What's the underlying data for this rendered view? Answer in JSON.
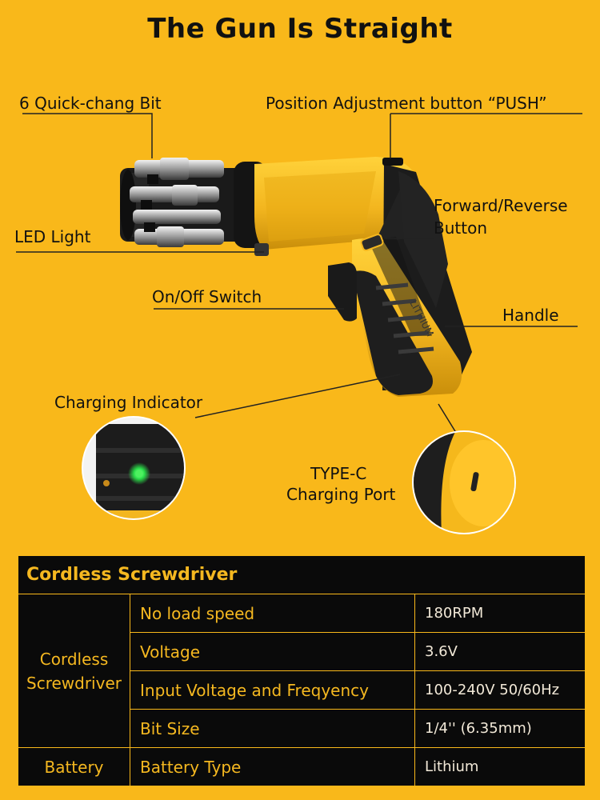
{
  "title": "The Gun Is Straight",
  "callouts": {
    "quick_bit": "6 Quick-chang Bit",
    "position_button": "Position Adjustment button  “PUSH”",
    "forward_reverse_line1": "Forward/Reverse",
    "forward_reverse_line2": "Button",
    "led_light": "LED Light",
    "on_off_switch": "On/Off Switch",
    "handle": "Handle",
    "charging_indicator": "Charging Indicator",
    "type_c_line1": "TYPE-C",
    "type_c_line2": "Charging Port"
  },
  "spec_table": {
    "header": "Cordless Screwdriver",
    "group1_line1": "Cordless",
    "group1_line2": "Screwdriver",
    "group2": "Battery",
    "rows": [
      {
        "property": "No load speed",
        "value": "180RPM"
      },
      {
        "property": "Voltage",
        "value": "3.6V"
      },
      {
        "property": "Input Voltage and Freqyency",
        "value": "100-240V 50/60Hz"
      },
      {
        "property": "Bit Size",
        "value": "1/4'' (6.35mm)"
      },
      {
        "property": "Battery Type",
        "value": "Lithium"
      }
    ]
  },
  "colors": {
    "background": "#F9B81A",
    "table_background": "#0A0A0A",
    "table_text": "#F5B820",
    "body_yellow": "#F3B61F",
    "rubber_black": "#1C1C1C",
    "indicator_green": "#2BE34A"
  },
  "icons": {
    "product": "cordless-screwdriver-illustration",
    "inset_left": "charging-indicator-closeup",
    "inset_right": "type-c-port-closeup"
  }
}
